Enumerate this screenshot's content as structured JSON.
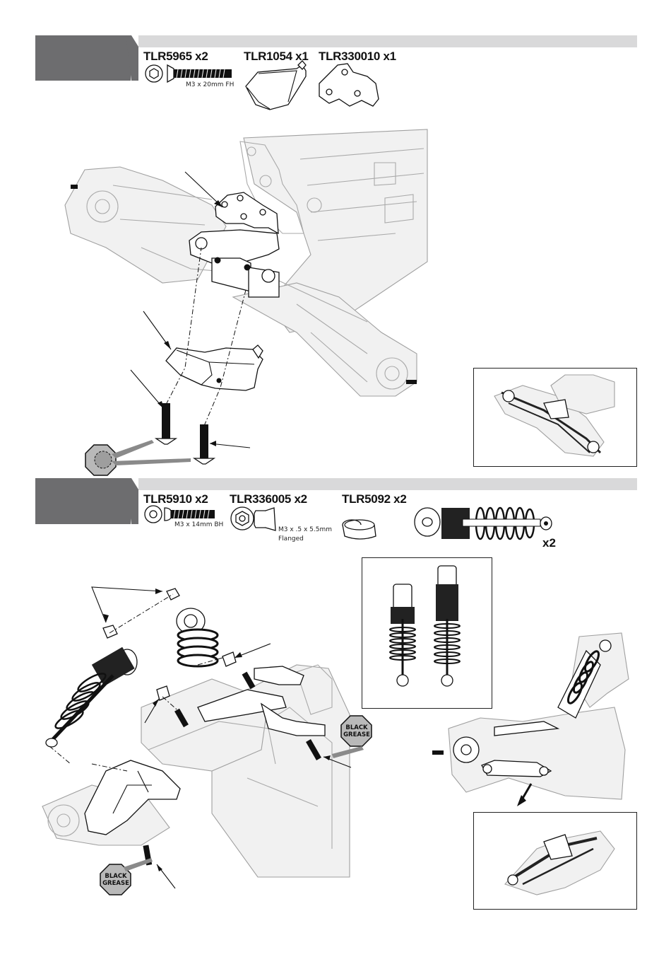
{
  "step1": {
    "parts": [
      {
        "pn": "TLR5965 x2",
        "dims": [
          "M3 x 20mm FH"
        ]
      },
      {
        "pn": "TLR1054 x1",
        "dims": []
      },
      {
        "pn": "TLR330010 x1",
        "dims": []
      }
    ]
  },
  "step2": {
    "parts": [
      {
        "pn": "TLR5910 x2",
        "dims": [
          "M3 x 14mm BH"
        ]
      },
      {
        "pn": "TLR336005 x2",
        "dims": [
          "M3 x .5 x 5.5mm",
          "Flanged"
        ]
      },
      {
        "pn": "TLR5092 x2",
        "dims": []
      }
    ],
    "shock_qty": "x2",
    "grease_labels": [
      {
        "line1": "BLACK",
        "line2": "GREASE"
      },
      {
        "line1": "BLACK",
        "line2": "GREASE"
      }
    ]
  },
  "icons": [
    "hex-socket-icon",
    "threadlock-icon",
    "grease-icon",
    "flanged-nut-icon"
  ]
}
